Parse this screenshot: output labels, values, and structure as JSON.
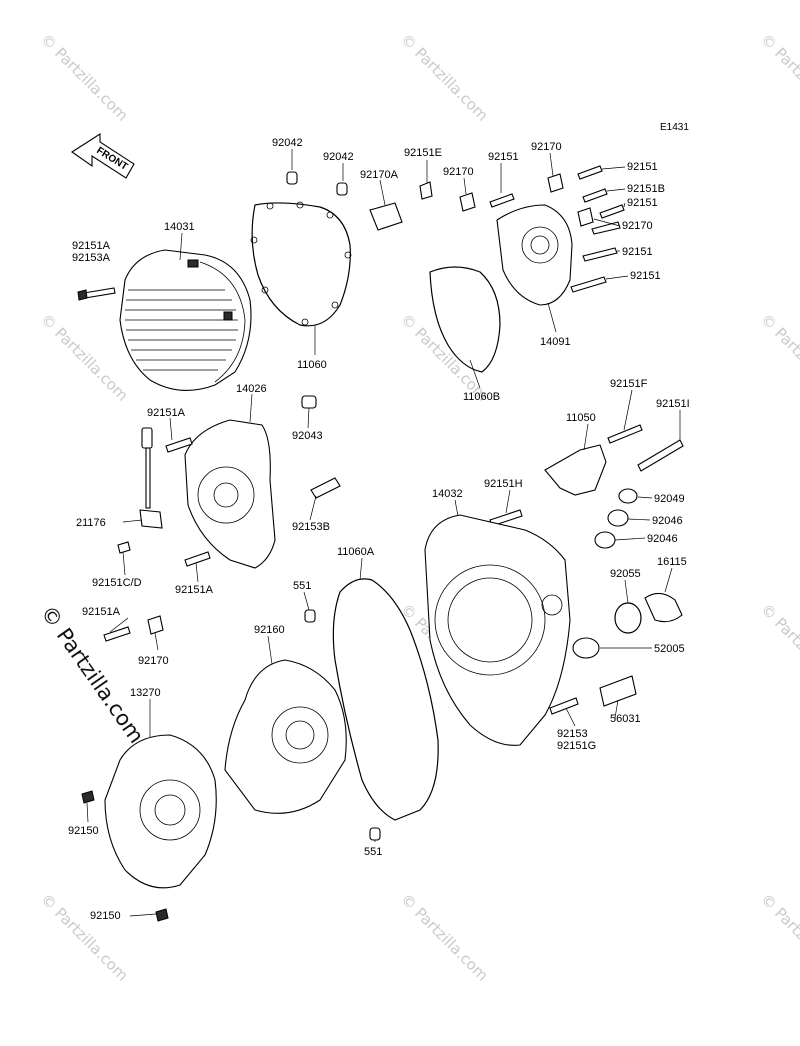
{
  "diagram": {
    "code": "E1431",
    "front_label": "FRONT",
    "watermark": "© Partzilla.com",
    "labels": [
      "92042",
      "92042",
      "92151E",
      "92151",
      "92170",
      "92170A",
      "92170",
      "92151",
      "92151B",
      "92151",
      "92170",
      "92151",
      "92151",
      "92151A",
      "92153A",
      "14031",
      "11060",
      "11060B",
      "14091",
      "14026",
      "92043",
      "92151A",
      "21176",
      "92153B",
      "92151C/D",
      "92151A",
      "92151F",
      "92151I",
      "11050",
      "92151H",
      "14032",
      "92049",
      "92046",
      "92046",
      "92055",
      "16115",
      "551",
      "11060A",
      "92160",
      "92151A",
      "92170",
      "52005",
      "56031",
      "92153",
      "92151G",
      "13270",
      "92150",
      "92150",
      "551"
    ]
  }
}
